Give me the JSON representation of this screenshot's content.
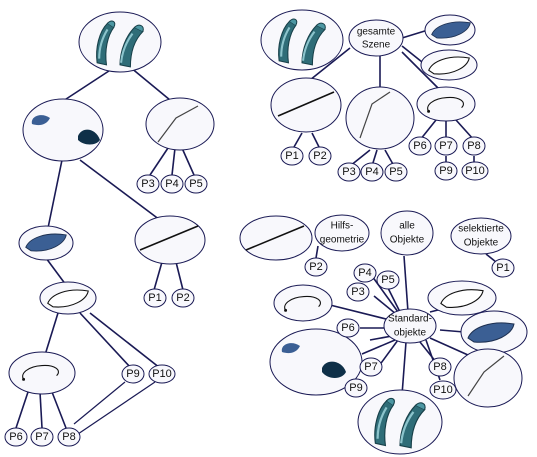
{
  "colors": {
    "node_stroke": "#1a1a55",
    "node_fill": "#f8f8fc",
    "shape_blue": "#3b5f94",
    "shape_dark": "#0f3048",
    "tube_teal": "#2f6d78"
  },
  "points": {
    "p1": "P1",
    "p2": "P2",
    "p3": "P3",
    "p4": "P4",
    "p5": "P5",
    "p6": "P6",
    "p7": "P7",
    "p8": "P8",
    "p9": "P9",
    "p10": "P10"
  },
  "labels": {
    "gesamte_szene_line1": "gesamte",
    "gesamte_szene_line2": "Szene",
    "hilfsgeometrie_line1": "Hilfs-",
    "hilfsgeometrie_line2": "geometrie",
    "alle_objekte_line1": "alle",
    "alle_objekte_line2": "Objekte",
    "selektierte_line1": "selektierte",
    "selektierte_line2": "Objekte",
    "standard_line1": "Standard-",
    "standard_line2": "objekte"
  },
  "icons": [
    "tube-pair-icon",
    "blob-shapes-icon",
    "polyline-icon",
    "straight-line-icon",
    "blue-lens-icon",
    "outline-lens-icon",
    "open-curve-icon"
  ]
}
